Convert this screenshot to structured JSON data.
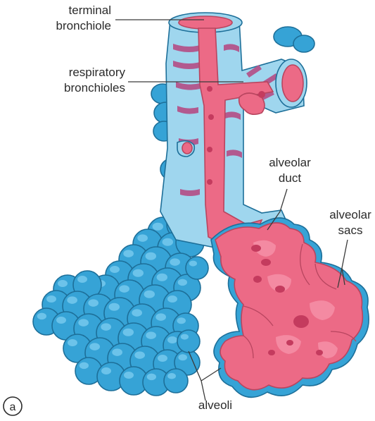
{
  "panel_label": "a",
  "labels": {
    "terminal_bronchiole": [
      "terminal",
      "bronchiole"
    ],
    "respiratory_bronchioles": [
      "respiratory",
      "bronchioles"
    ],
    "alveolar_duct": [
      "alveolar",
      "duct"
    ],
    "alveolar_sacs": [
      "alveolar",
      "sacs"
    ],
    "alveoli": "alveoli"
  },
  "colors": {
    "alveoli_blue": "#36a3d6",
    "airway_wall": "#9fd6ee",
    "lumen_pink": "#ec6a86"
  }
}
